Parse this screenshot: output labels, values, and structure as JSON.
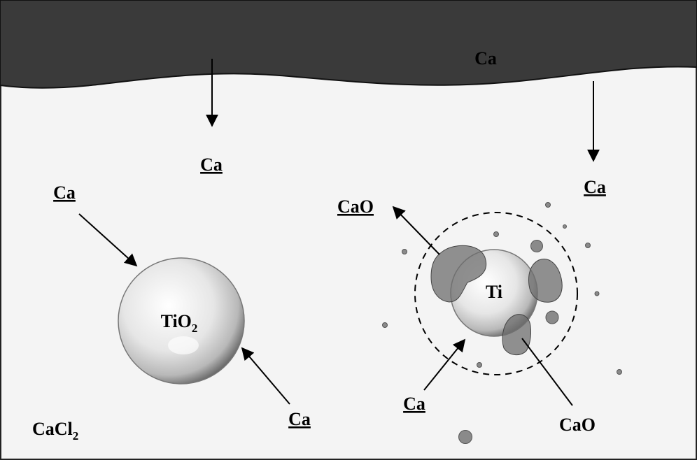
{
  "labels": {
    "ca_layer": "Ca",
    "ca_drop_left": "Ca",
    "ca_drop_right": "Ca",
    "ca_top_left": "Ca",
    "ca_bottom_left": "Ca",
    "ca_bottom_right": "Ca",
    "cao_top": "CaO",
    "cao_bottom": "CaO",
    "tio2_base": "TiO",
    "tio2_sub": "2",
    "ti": "Ti",
    "cacl_base": "CaCl",
    "cacl_sub": "2"
  },
  "colors": {
    "ca_layer": "#3a3a3a",
    "electrolyte": "#f4f4f4",
    "cao_blob": "#6e6e6e",
    "ca_layer_text": "#ffffff"
  }
}
